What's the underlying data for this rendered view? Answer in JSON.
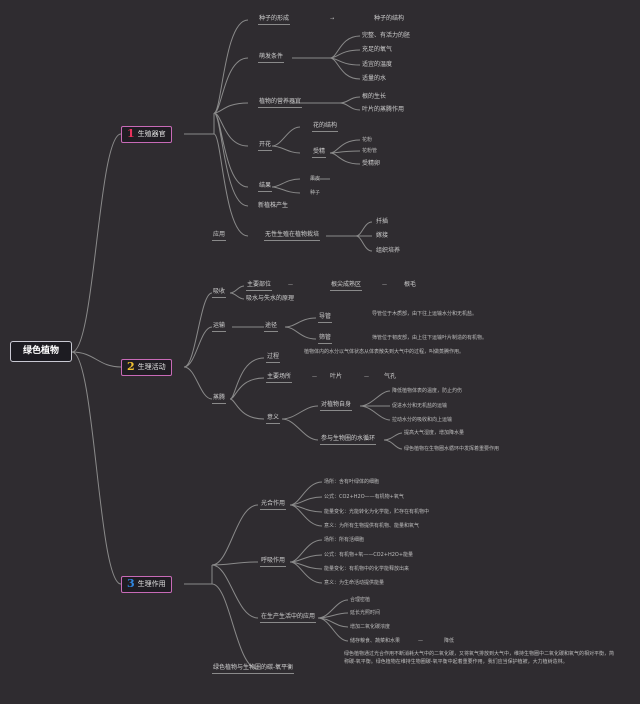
{
  "root": "绿色植物",
  "branches": [
    {
      "num": "1",
      "label": "生殖器官",
      "num_color": "#e8325c"
    },
    {
      "num": "2",
      "label": "生理活动",
      "num_color": "#f1c231"
    },
    {
      "num": "3",
      "label": "生理作用",
      "num_color": "#2f86e0"
    }
  ],
  "b1": {
    "a1": "种子的形成",
    "a1r": "种子的结构",
    "a2": "萌发条件",
    "a2c": [
      "完整、有活力的胚",
      "充足的氧气",
      "适宜的温度",
      "适量的水"
    ],
    "a3": "植物的营养器官",
    "a3c": [
      "根的生长",
      "叶片的蒸腾作用"
    ],
    "a4": "开花",
    "a4c1": "花的结构",
    "a4c2": "受精",
    "a4c2c": [
      "花粉",
      "花粉管",
      "受精卵"
    ],
    "a5": "结果",
    "a5c": [
      "果皮",
      "种子"
    ],
    "a6": "新植株产生",
    "b": "应用",
    "bc": "无性生殖在植物栽培",
    "bcc": [
      "扦插",
      "嫁接",
      "组织培养"
    ]
  },
  "b2": {
    "c1": "吸收",
    "c1a": "主要部位",
    "c1ar": "根尖成熟区",
    "c1ar2": "根毛",
    "c1b": "吸水与失水的原理",
    "c2": "运输",
    "c2a": "途径",
    "c2a1": "导管",
    "c2a1t": "导管位于木质部，由下往上运输水分和无机盐。",
    "c2a2": "筛管",
    "c2a2t": "筛管位于韧皮部，由上往下运输叶片制造的有机物。",
    "c3": "蒸腾",
    "c3a": "过程",
    "c3at": "植物体内的水分以气体状态从体表散失到大气中的过程，叫做蒸腾作用。",
    "c3b": "主要场所",
    "c3br": "叶片",
    "c3br2": "气孔",
    "c3c": "意义",
    "c3c1": "对植物自身",
    "c3c1c": [
      "降低植物体表的温度，防止灼伤",
      "促进水分和无机盐的运输",
      "拉动水分的吸收和向上运输"
    ],
    "c3c2": "参与生物圈的水循环",
    "c3c2c": [
      "提高大气湿度，增加降水量",
      "绿色植物在生物圈水循环中发挥着重要作用"
    ]
  },
  "b3": {
    "p": "光合作用",
    "pc": [
      "场所：含有叶绿体的细胞",
      "公式：CO2+H2O——有机物+氧气",
      "能量变化：光能转化为化学能，贮存在有机物中",
      "意义：为所有生物提供有机物、能量和氧气"
    ],
    "r": "呼吸作用",
    "rc": [
      "场所：所有活细胞",
      "公式：有机物+氧——CO2+H2O+能量",
      "能量变化：有机物中的化学能释放出来",
      "意义：为生命活动提供能量"
    ],
    "a": "在生产生活中的应用",
    "ac": [
      "合理密植",
      "延长光照时间",
      "增加二氧化碳浓度",
      "储存粮食、蔬菜和水果"
    ],
    "a4r": "降低",
    "big": "绿色植物与生物圈的碳-氧平衡",
    "bigt": "绿色植物通过光合作用不断消耗大气中的二氧化碳，又将氧气排放到大气中，维持生物圈中二氧化碳和氧气的相对平衡，简称碳-氧平衡。绿色植物在维持生物圈碳-氧平衡中起着重要作用，我们应当保护植被，大力植树造林。"
  },
  "colors": {
    "background": "#2f2c30",
    "branch_border": "#c86ab7",
    "root_border": "#c9c9d3",
    "line": "#8a8a8a"
  }
}
